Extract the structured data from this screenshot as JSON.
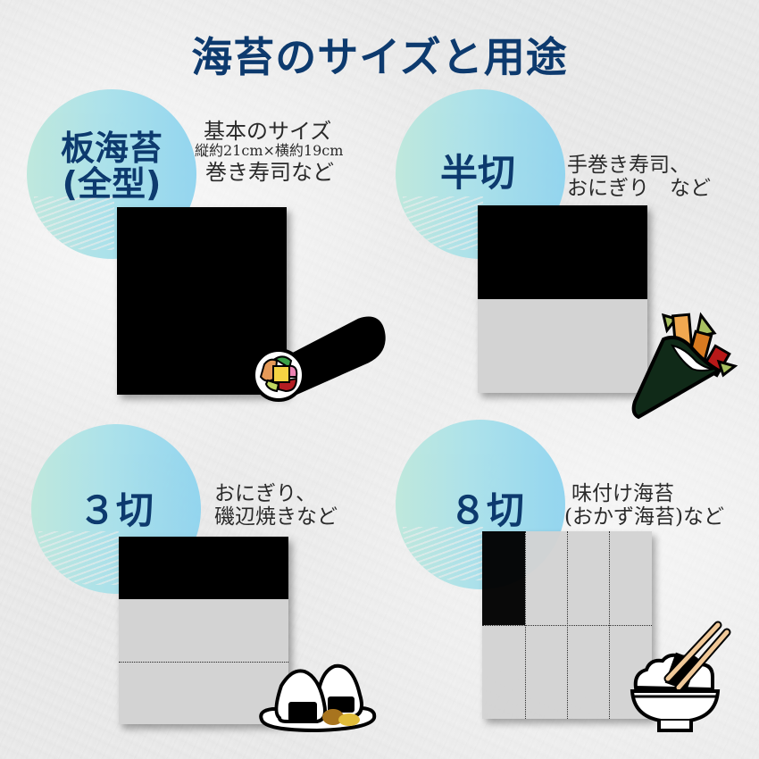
{
  "page": {
    "title": "海苔のサイズと用途"
  },
  "colors": {
    "title": "#0d3a6e",
    "nori": "#000000",
    "sheet": "#d3d3d3",
    "circle_left": "#bde8dc",
    "circle_right": "#8fd4ef"
  },
  "sections": [
    {
      "label_line1": "板海苔",
      "label_line2": "(全型)",
      "desc_line1": "基本のサイズ",
      "desc_line2": "縦約21cm×横約19cm",
      "desc_line3": "巻き寿司など",
      "icon": "sushi-roll-icon"
    },
    {
      "label_line1": "半切",
      "desc_line1": "手巻き寿司、",
      "desc_line2": "おにぎり　など",
      "icon": "hand-roll-icon"
    },
    {
      "label_line1": "３切",
      "desc_line1": "おにぎり、",
      "desc_line2": "磯辺焼きなど",
      "icon": "onigiri-icon"
    },
    {
      "label_line1": "８切",
      "desc_line1": "味付け海苔",
      "desc_line2": "(おかず海苔)など",
      "icon": "rice-bowl-icon"
    }
  ]
}
